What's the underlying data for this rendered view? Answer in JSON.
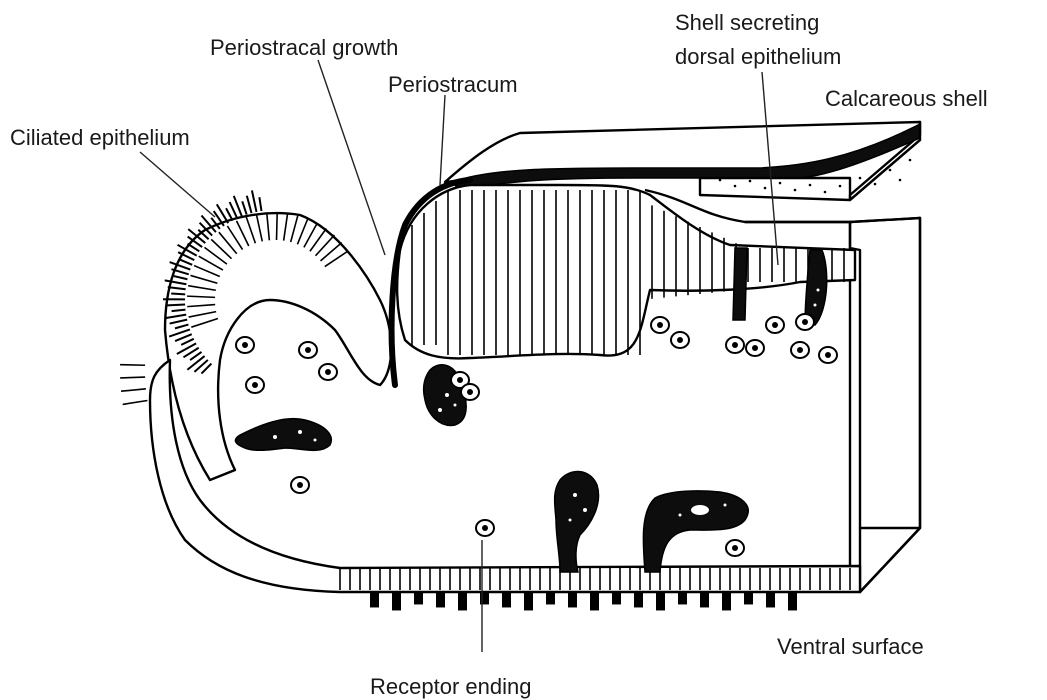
{
  "labels": {
    "ciliated_epithelium": "Ciliated epithelium",
    "periostracal_growth": "Periostracal growth",
    "periostracum": "Periostracum",
    "shell_secreting_line1": "Shell secreting",
    "shell_secreting_line2": "dorsal epithelium",
    "calcareous_shell": "Calcareous shell",
    "ventral_surface": "Ventral surface",
    "receptor_ending": "Receptor ending"
  }
}
